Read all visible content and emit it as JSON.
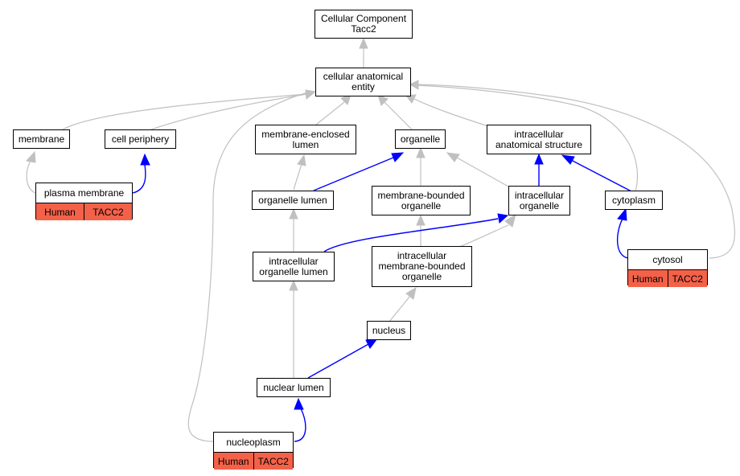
{
  "colors": {
    "is_a_edge": "#c0c0c0",
    "part_of_edge": "#0000ff",
    "annotation_fill": "#f46149"
  },
  "nodes": {
    "root": {
      "line1": "Cellular Component",
      "line2": "Tacc2"
    },
    "cellular_anatomical_entity": {
      "line1": "cellular anatomical",
      "line2": "entity"
    },
    "membrane": {
      "label": "membrane"
    },
    "cell_periphery": {
      "label": "cell periphery"
    },
    "membrane_enclosed_lumen": {
      "line1": "membrane-enclosed",
      "line2": "lumen"
    },
    "organelle": {
      "label": "organelle"
    },
    "intracellular_anatomical_structure": {
      "line1": "intracellular",
      "line2": "anatomical structure"
    },
    "organelle_lumen": {
      "label": "organelle lumen"
    },
    "membrane_bounded_organelle": {
      "line1": "membrane-bounded",
      "line2": "organelle"
    },
    "intracellular_organelle": {
      "line1": "intracellular",
      "line2": "organelle"
    },
    "cytoplasm": {
      "label": "cytoplasm"
    },
    "intracellular_organelle_lumen": {
      "line1": "intracellular",
      "line2": "organelle lumen"
    },
    "intracellular_membrane_bounded_organelle": {
      "line1": "intracellular",
      "line2": "membrane-bounded",
      "line3": "organelle"
    },
    "nucleus": {
      "label": "nucleus"
    },
    "nuclear_lumen": {
      "label": "nuclear lumen"
    }
  },
  "annotated": {
    "plasma_membrane": {
      "title": "plasma membrane",
      "species": "Human",
      "gene": "TACC2"
    },
    "cytosol": {
      "title": "cytosol",
      "species": "Human",
      "gene": "TACC2"
    },
    "nucleoplasm": {
      "title": "nucleoplasm",
      "species": "Human",
      "gene": "TACC2"
    }
  },
  "edges": [
    {
      "from": "cellular_anatomical_entity",
      "to": "root",
      "type": "is_a"
    },
    {
      "from": "membrane",
      "to": "cellular_anatomical_entity",
      "type": "is_a"
    },
    {
      "from": "cell_periphery",
      "to": "cellular_anatomical_entity",
      "type": "is_a"
    },
    {
      "from": "membrane_enclosed_lumen",
      "to": "cellular_anatomical_entity",
      "type": "is_a"
    },
    {
      "from": "organelle",
      "to": "cellular_anatomical_entity",
      "type": "is_a"
    },
    {
      "from": "intracellular_anatomical_structure",
      "to": "cellular_anatomical_entity",
      "type": "is_a"
    },
    {
      "from": "cytoplasm",
      "to": "cellular_anatomical_entity",
      "type": "is_a"
    },
    {
      "from": "cytosol",
      "to": "cellular_anatomical_entity",
      "type": "is_a"
    },
    {
      "from": "nucleoplasm",
      "to": "cellular_anatomical_entity",
      "type": "is_a"
    },
    {
      "from": "plasma_membrane",
      "to": "membrane",
      "type": "is_a"
    },
    {
      "from": "plasma_membrane",
      "to": "cell_periphery",
      "type": "part_of"
    },
    {
      "from": "organelle_lumen",
      "to": "membrane_enclosed_lumen",
      "type": "is_a"
    },
    {
      "from": "organelle_lumen",
      "to": "organelle",
      "type": "part_of"
    },
    {
      "from": "membrane_bounded_organelle",
      "to": "organelle",
      "type": "is_a"
    },
    {
      "from": "intracellular_organelle",
      "to": "organelle",
      "type": "is_a"
    },
    {
      "from": "intracellular_organelle",
      "to": "intracellular_anatomical_structure",
      "type": "part_of"
    },
    {
      "from": "cytoplasm",
      "to": "intracellular_anatomical_structure",
      "type": "part_of"
    },
    {
      "from": "cytosol",
      "to": "cytoplasm",
      "type": "part_of"
    },
    {
      "from": "intracellular_organelle_lumen",
      "to": "organelle_lumen",
      "type": "is_a"
    },
    {
      "from": "intracellular_organelle_lumen",
      "to": "intracellular_organelle",
      "type": "part_of"
    },
    {
      "from": "intracellular_membrane_bounded_organelle",
      "to": "membrane_bounded_organelle",
      "type": "is_a"
    },
    {
      "from": "intracellular_membrane_bounded_organelle",
      "to": "intracellular_organelle",
      "type": "is_a"
    },
    {
      "from": "nucleus",
      "to": "intracellular_membrane_bounded_organelle",
      "type": "is_a"
    },
    {
      "from": "nuclear_lumen",
      "to": "intracellular_organelle_lumen",
      "type": "is_a"
    },
    {
      "from": "nuclear_lumen",
      "to": "nucleus",
      "type": "part_of"
    },
    {
      "from": "nucleoplasm",
      "to": "nuclear_lumen",
      "type": "part_of"
    }
  ]
}
